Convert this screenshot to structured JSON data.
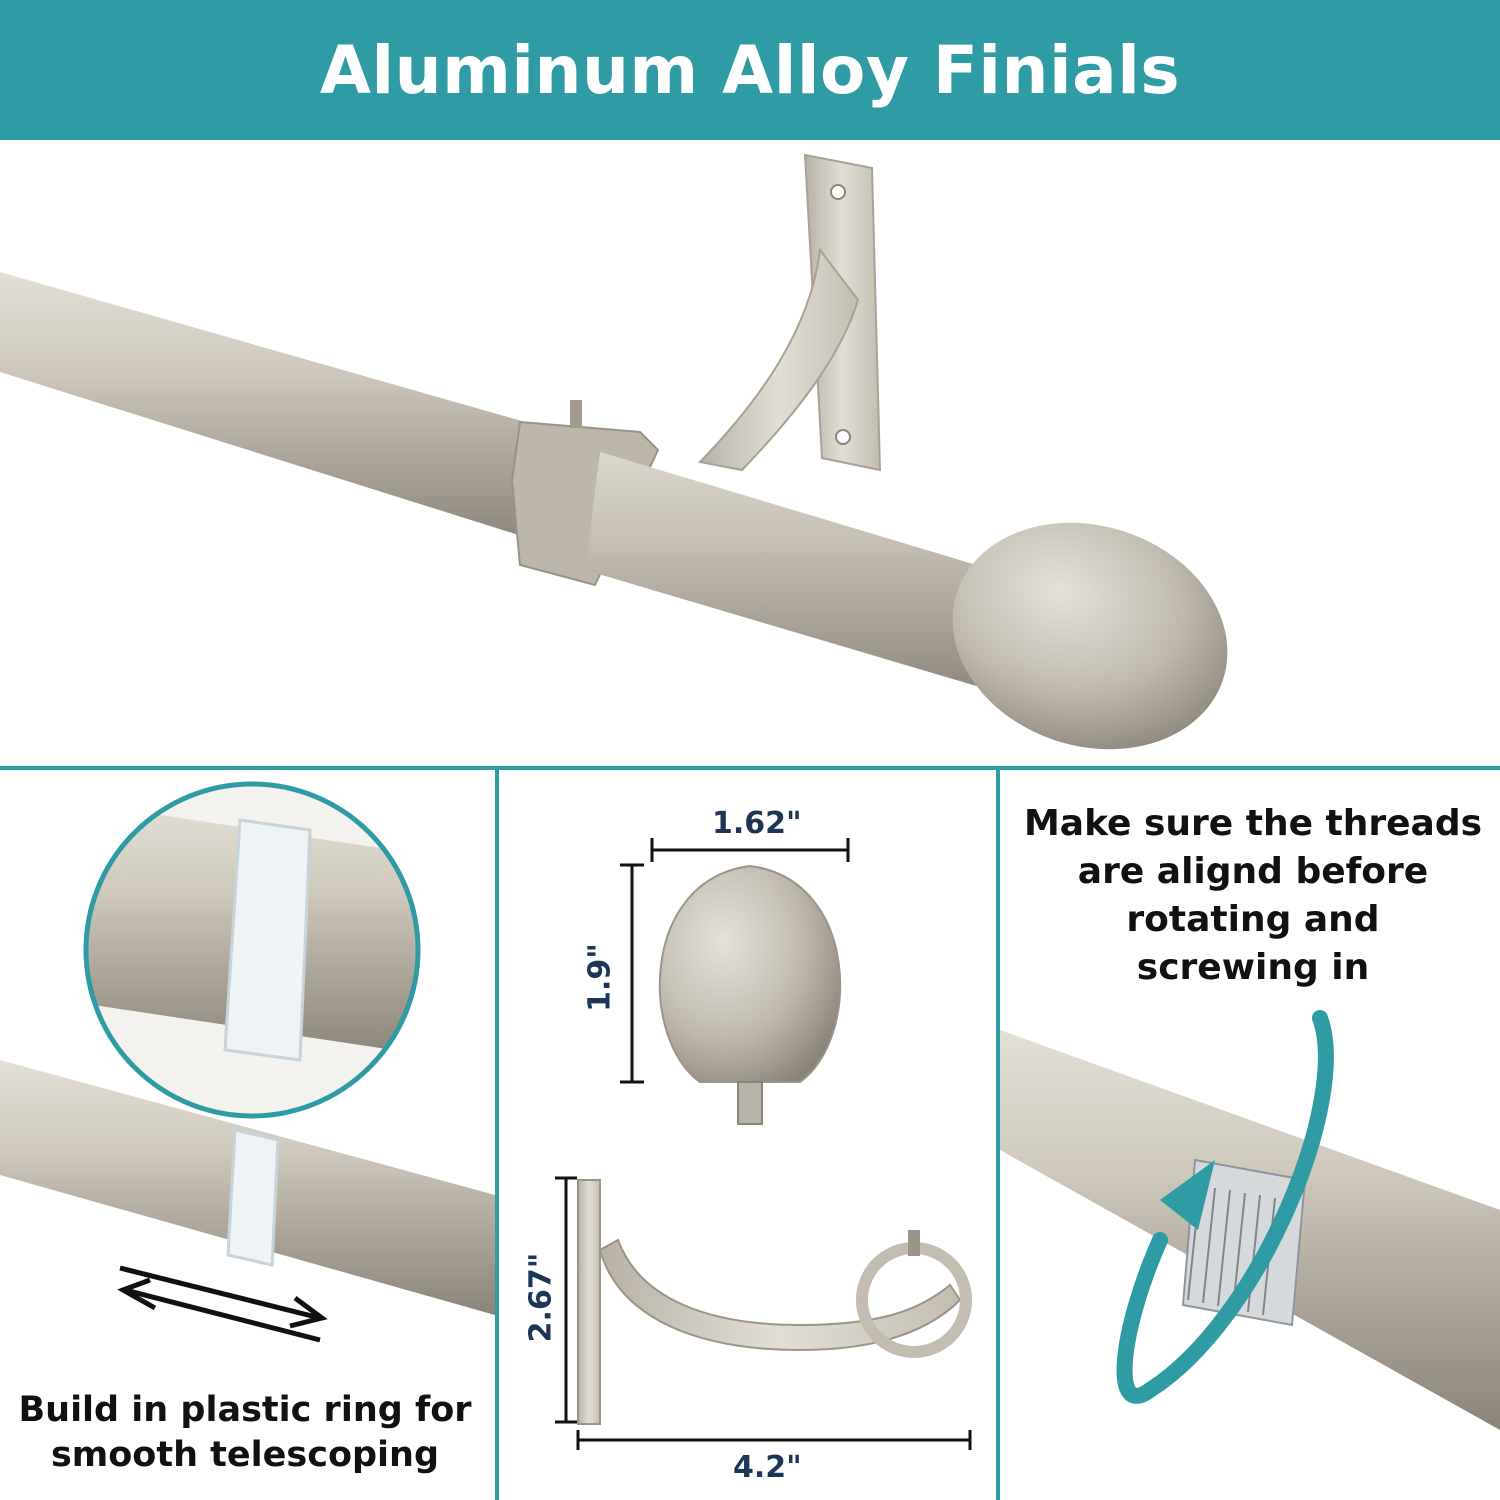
{
  "header": {
    "title": "Aluminum Alloy Finials"
  },
  "panels": {
    "left": {
      "caption_line1": "Build in plastic ring for",
      "caption_line2": "smooth telescoping"
    },
    "middle": {
      "finial_width": "1.62\"",
      "finial_height": "1.9\"",
      "bracket_height": "2.67\"",
      "bracket_width": "4.2\""
    },
    "right": {
      "caption_line1": "Make sure the threads",
      "caption_line2": "are alignd before",
      "caption_line3": "rotating and",
      "caption_line4": "screwing in"
    }
  },
  "colors": {
    "teal": "#2f9ba4",
    "dimension_text": "#1d3557",
    "metal": "#c9c4b8"
  }
}
